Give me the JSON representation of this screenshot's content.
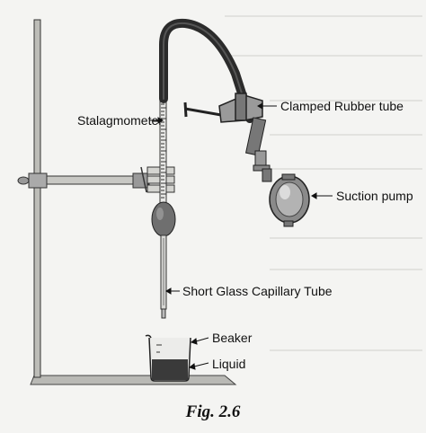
{
  "labels": {
    "stalagmometer": "Stalagmometer",
    "clamped_rubber_tube": "Clamped Rubber tube",
    "suction_pump": "Suction pump",
    "capillary_tube": "Short Glass Capillary Tube",
    "beaker": "Beaker",
    "liquid": "Liquid"
  },
  "caption": "Fig. 2.6",
  "colors": {
    "ink": "#111111",
    "rubber_tube": "#2b2b2b",
    "metal": "#8a8a8a",
    "liquid": "#3a3a3a",
    "paper": "#f4f4f2"
  }
}
